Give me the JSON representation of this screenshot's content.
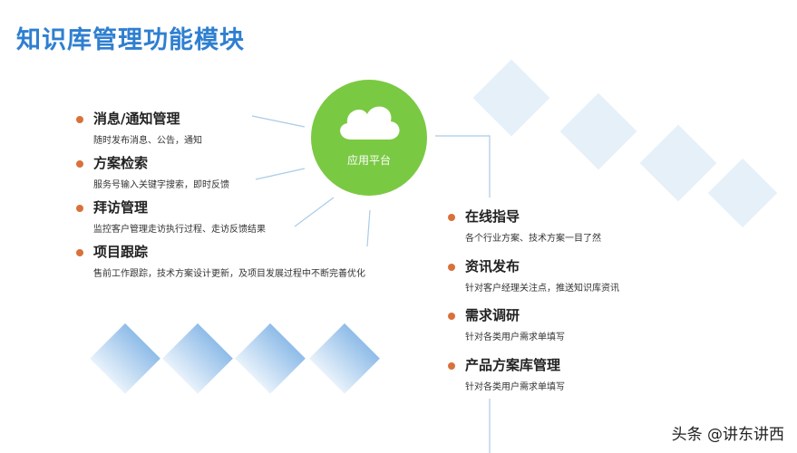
{
  "title": "知识库管理功能模块",
  "hub": {
    "label": "应用平台",
    "icon": "cloud-icon"
  },
  "left_items": [
    {
      "title": "消息/通知管理",
      "desc": "随时发布消息、公告，通知"
    },
    {
      "title": "方案检索",
      "desc": "服务号输入关键字搜索，即时反馈"
    },
    {
      "title": "拜访管理",
      "desc": "监控客户管理走访执行过程、走访反馈结果"
    },
    {
      "title": "项目跟踪",
      "desc": "售前工作跟踪，技术方案设计更新，及项目发展过程中不断完善优化"
    }
  ],
  "right_items": [
    {
      "title": "在线指导",
      "desc": "各个行业方案、技术方案一目了然"
    },
    {
      "title": "资讯发布",
      "desc": "针对客户经理关注点，推送知识库资讯"
    },
    {
      "title": "需求调研",
      "desc": "针对各类用户需求单填写"
    },
    {
      "title": "产品方案库管理",
      "desc": "针对各类用户需求单填写"
    }
  ],
  "watermark": "头条 @讲东讲西",
  "colors": {
    "title": "#2f7fd0",
    "hub": "#7ac943",
    "bullet": "#d9713a",
    "connector": "#a9cce8",
    "diamond_light": "#e6f0f9",
    "diamond_blue": "#8fbce8"
  }
}
